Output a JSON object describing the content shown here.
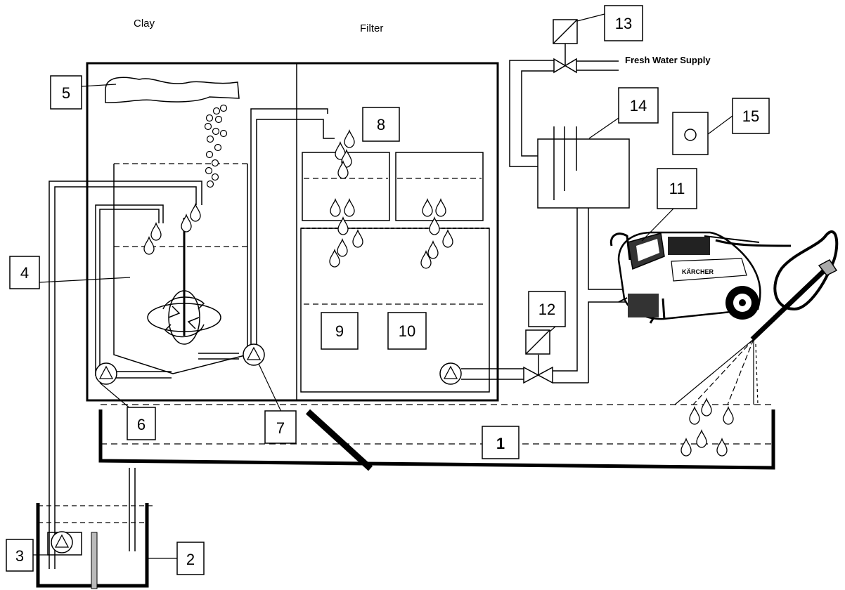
{
  "labels": {
    "clay": "Clay",
    "filter": "Filter",
    "fresh_water": "Fresh Water Supply"
  },
  "callouts": {
    "c1": "1",
    "c2": "2",
    "c3": "3",
    "c4": "4",
    "c5": "5",
    "c6": "6",
    "c7": "7",
    "c8": "8",
    "c9": "9",
    "c10": "10",
    "c11": "11",
    "c12": "12",
    "c13": "13",
    "c14": "14",
    "c15": "15"
  },
  "washer_brand": "KÄRCHER"
}
